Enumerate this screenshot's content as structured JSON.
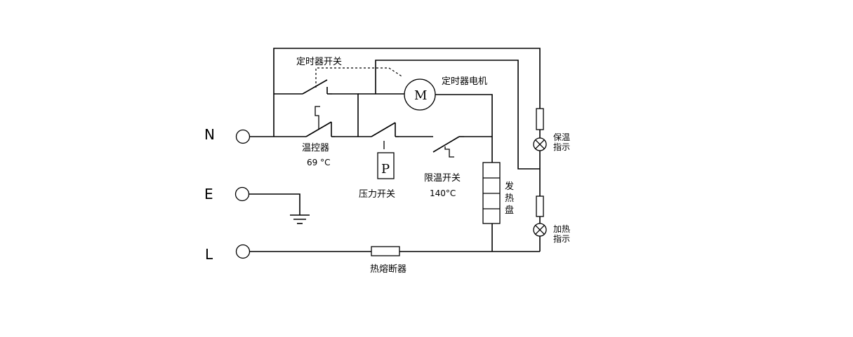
{
  "terminals": {
    "n": "N",
    "e": "E",
    "l": "L"
  },
  "labels": {
    "timer_switch": "定时器开关",
    "timer_motor": "定时器电机",
    "motor_symbol": "M",
    "thermostat": "温控器",
    "thermostat_temp": "69 °C",
    "pressure_switch": "压力开关",
    "pressure_symbol": "P",
    "temp_limit_switch": "限温开关",
    "temp_limit_value": "140°C",
    "heating_plate_1": "发",
    "heating_plate_2": "热",
    "heating_plate_3": "盘",
    "keep_warm_1": "保温",
    "keep_warm_2": "指示",
    "heating_ind_1": "加热",
    "heating_ind_2": "指示",
    "thermal_fuse": "热熔断器"
  }
}
